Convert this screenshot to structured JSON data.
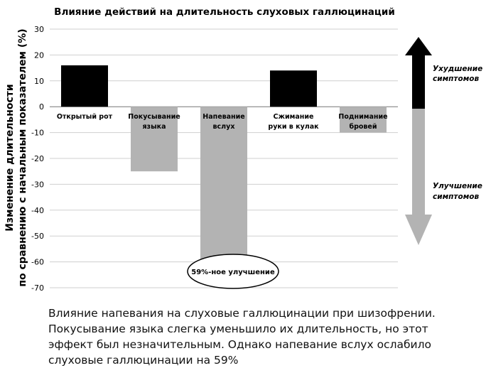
{
  "chart_data": {
    "type": "bar",
    "title": "Влияние действий на длительность слуховых галлюцинаций",
    "ylabel_line1": "Изменение длительности",
    "ylabel_line2": "по сравнению с начальным показателем (%)",
    "xlabel": "",
    "ylim": [
      -70,
      30
    ],
    "yticks": [
      30,
      20,
      10,
      0,
      -10,
      -20,
      -30,
      -40,
      -50,
      -60,
      -70
    ],
    "grid": true,
    "categories": [
      [
        "Открытый рот"
      ],
      [
        "Покусывание",
        "языка"
      ],
      [
        "Напевание",
        "вслух"
      ],
      [
        "Сжимание",
        "руки в кулак"
      ],
      [
        "Поднимание",
        "бровей"
      ]
    ],
    "values": [
      16,
      -25,
      -59,
      14,
      -10
    ],
    "colors": {
      "positive": "#000000",
      "negative": "#b3b3b3"
    },
    "annotation": "59%-ное улучшение",
    "arrow": {
      "top_label": [
        "Ухудшение",
        "симптомов"
      ],
      "bottom_label": [
        "Улучшение",
        "симптомов"
      ],
      "top_color": "#000000",
      "bottom_color": "#b3b3b3"
    }
  },
  "caption": "Влияние напевания на слуховые галлюцинации при шизофрении. Покусывание языка слегка уменьшило их длительность, но этот эффект был незначительным. Однако напевание вслух ослабило слуховые галлюцинации на 59%"
}
